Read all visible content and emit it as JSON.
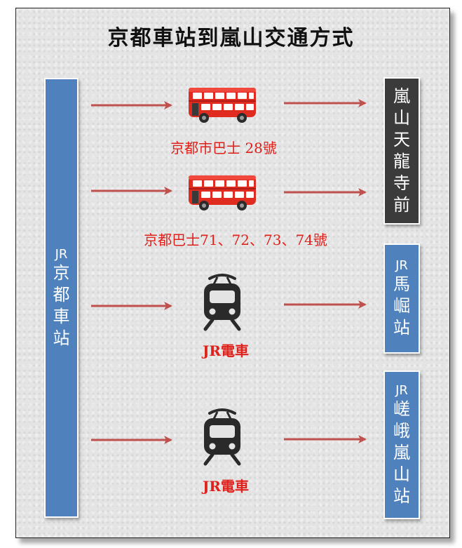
{
  "title": "京都車站到嵐山交通方式",
  "origin": {
    "line1": "JR",
    "chars": [
      "京",
      "都",
      "車",
      "站"
    ]
  },
  "destinations": {
    "tenryuji": {
      "chars": [
        "嵐",
        "山",
        "天",
        "龍",
        "寺",
        "前"
      ]
    },
    "umahori": {
      "line1": "JR",
      "chars": [
        "馬",
        "崛",
        "站"
      ]
    },
    "saga": {
      "line1": "JR",
      "chars": [
        "嵯",
        "峨",
        "嵐",
        "山",
        "站"
      ]
    }
  },
  "routes": {
    "bus28": {
      "label": "京都市巴士 28號",
      "icon": "double-decker-bus-icon"
    },
    "bus71": {
      "label": "京都巴士71、72、73、74號",
      "icon": "double-decker-bus-icon"
    },
    "train1": {
      "label": "JR電車",
      "icon": "train-icon"
    },
    "train2": {
      "label": "JR電車",
      "icon": "train-icon"
    }
  },
  "colors": {
    "box_blue": "#4f81bd",
    "box_dark": "#3b3b3b",
    "arrow": "#c0504d",
    "label_red": "#e0201a",
    "bus_red": "#e02b20"
  }
}
